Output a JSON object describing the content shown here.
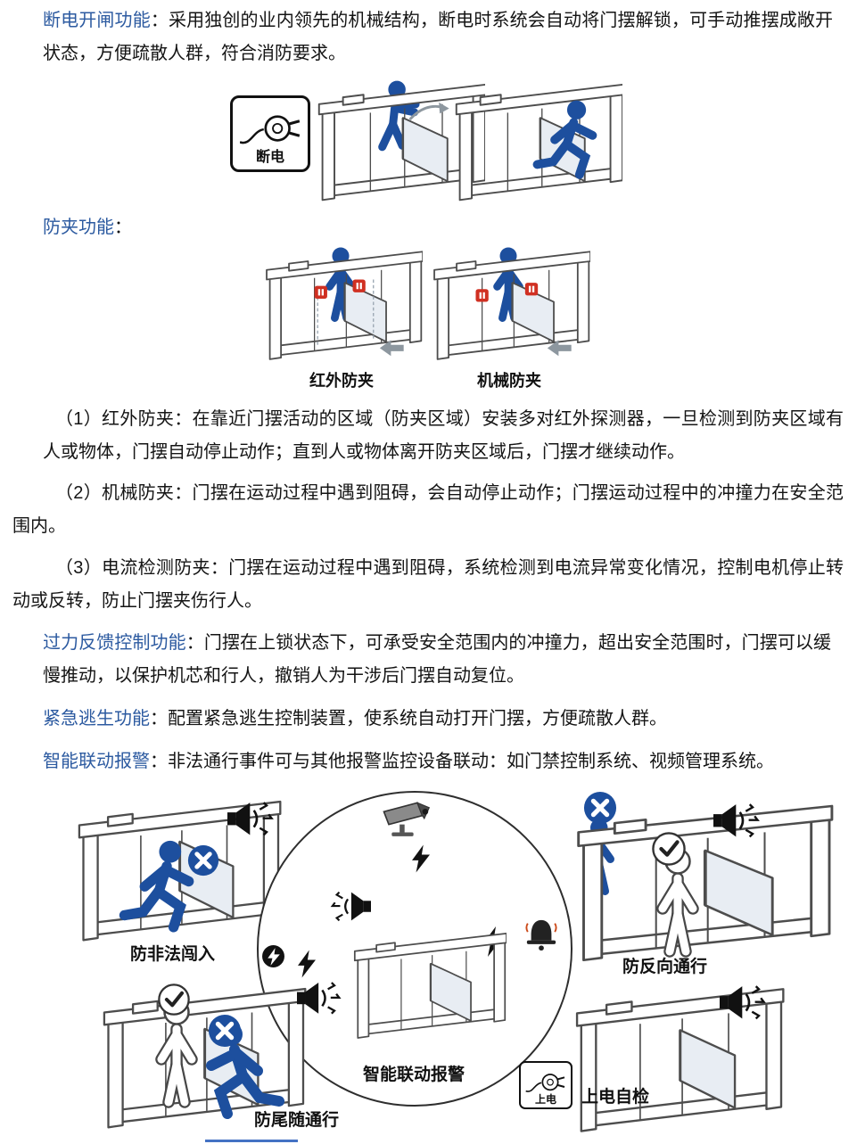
{
  "colors": {
    "lead_blue": "#2c5aa0",
    "figure_blue": "#1d4f9e",
    "pause_red": "#d03022",
    "line_gray": "#4d4d4d",
    "accent_line": "#4472c4"
  },
  "doc": {
    "p1": {
      "lead": "断电开闸功能",
      "body": "：采用独创的业内领先的机械结构，断电时系统会自动将门摆解锁，可手动推摆成敞开状态，方便疏散人群，符合消防要求。"
    },
    "p2": {
      "lead": "防夹功能",
      "body": "："
    },
    "p3": "（1）红外防夹：在靠近门摆活动的区域（防夹区域）安装多对红外探测器，一旦检测到防夹区域有人或物体，门摆自动停止动作；直到人或物体离开防夹区域后，门摆才继续动作。",
    "p4": "（2）机械防夹：门摆在运动过程中遇到阻碍，会自动停止动作；门摆运动过程中的冲撞力在安全范围内。",
    "p5": "（3）电流检测防夹：门摆在运动过程中遇到阻碍，系统检测到电流异常变化情况，控制电机停止转动或反转，防止门摆夹伤行人。",
    "p6": {
      "lead": "过力反馈控制功能",
      "body": "：门摆在上锁状态下，可承受安全范围内的冲撞力，超出安全范围时，门摆可以缓慢推动，以保护机芯和行人，撤销人为干涉后门摆自动复位。"
    },
    "p7": {
      "lead": "紧急逃生功能",
      "body": "：配置紧急逃生控制装置，使系统自动打开门摆，方便疏散人群。"
    },
    "p8": {
      "lead": "智能联动报警",
      "body": "：非法通行事件可与其他报警监控设备联动：如门禁控制系统、视频管理系统。"
    }
  },
  "fig_power_off": {
    "label": "断电"
  },
  "fig_anti_pinch": {
    "caption_left": "红外防夹",
    "caption_right": "机械防夹"
  },
  "fig_alarm": {
    "label_intrusion": "防非法闯入",
    "label_reverse": "防反向通行",
    "label_tailgate": "防尾随通行",
    "label_center": "智能联动报警",
    "label_selfcheck": "上电自检",
    "power_on_label": "上电"
  }
}
